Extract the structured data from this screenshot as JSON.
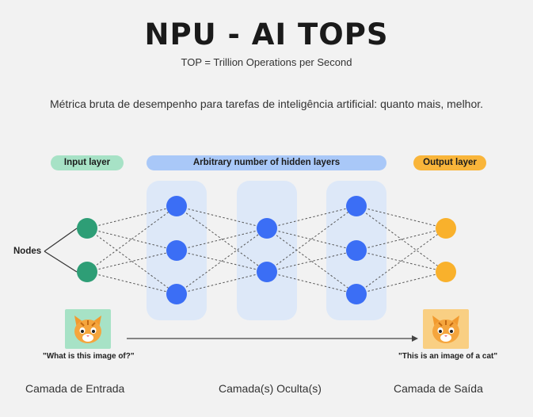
{
  "header": {
    "title": "NPU - AI TOPS",
    "subtitle": "TOP = Trillion Operations per Second",
    "description": "Métrica bruta de desempenho para tarefas de inteligência artificial: quanto mais, melhor."
  },
  "diagram": {
    "pills": {
      "input": "Input layer",
      "hidden": "Arbitrary number of hidden layers",
      "output": "Output layer"
    },
    "nodes_label": "Nodes",
    "input_caption": "\"What is this image of?\"",
    "output_caption": "\"This is an image of a cat\"",
    "layer_node_counts": [
      2,
      3,
      2,
      3,
      2
    ],
    "colors": {
      "input_node": "#2e9e76",
      "hidden_node": "#3b6ef5",
      "output_node": "#f9b12c",
      "edge": "#555555"
    }
  },
  "footer": {
    "input_label": "Camada de Entrada",
    "hidden_label": "Camada(s) Oculta(s)",
    "output_label": "Camada de Saída"
  }
}
